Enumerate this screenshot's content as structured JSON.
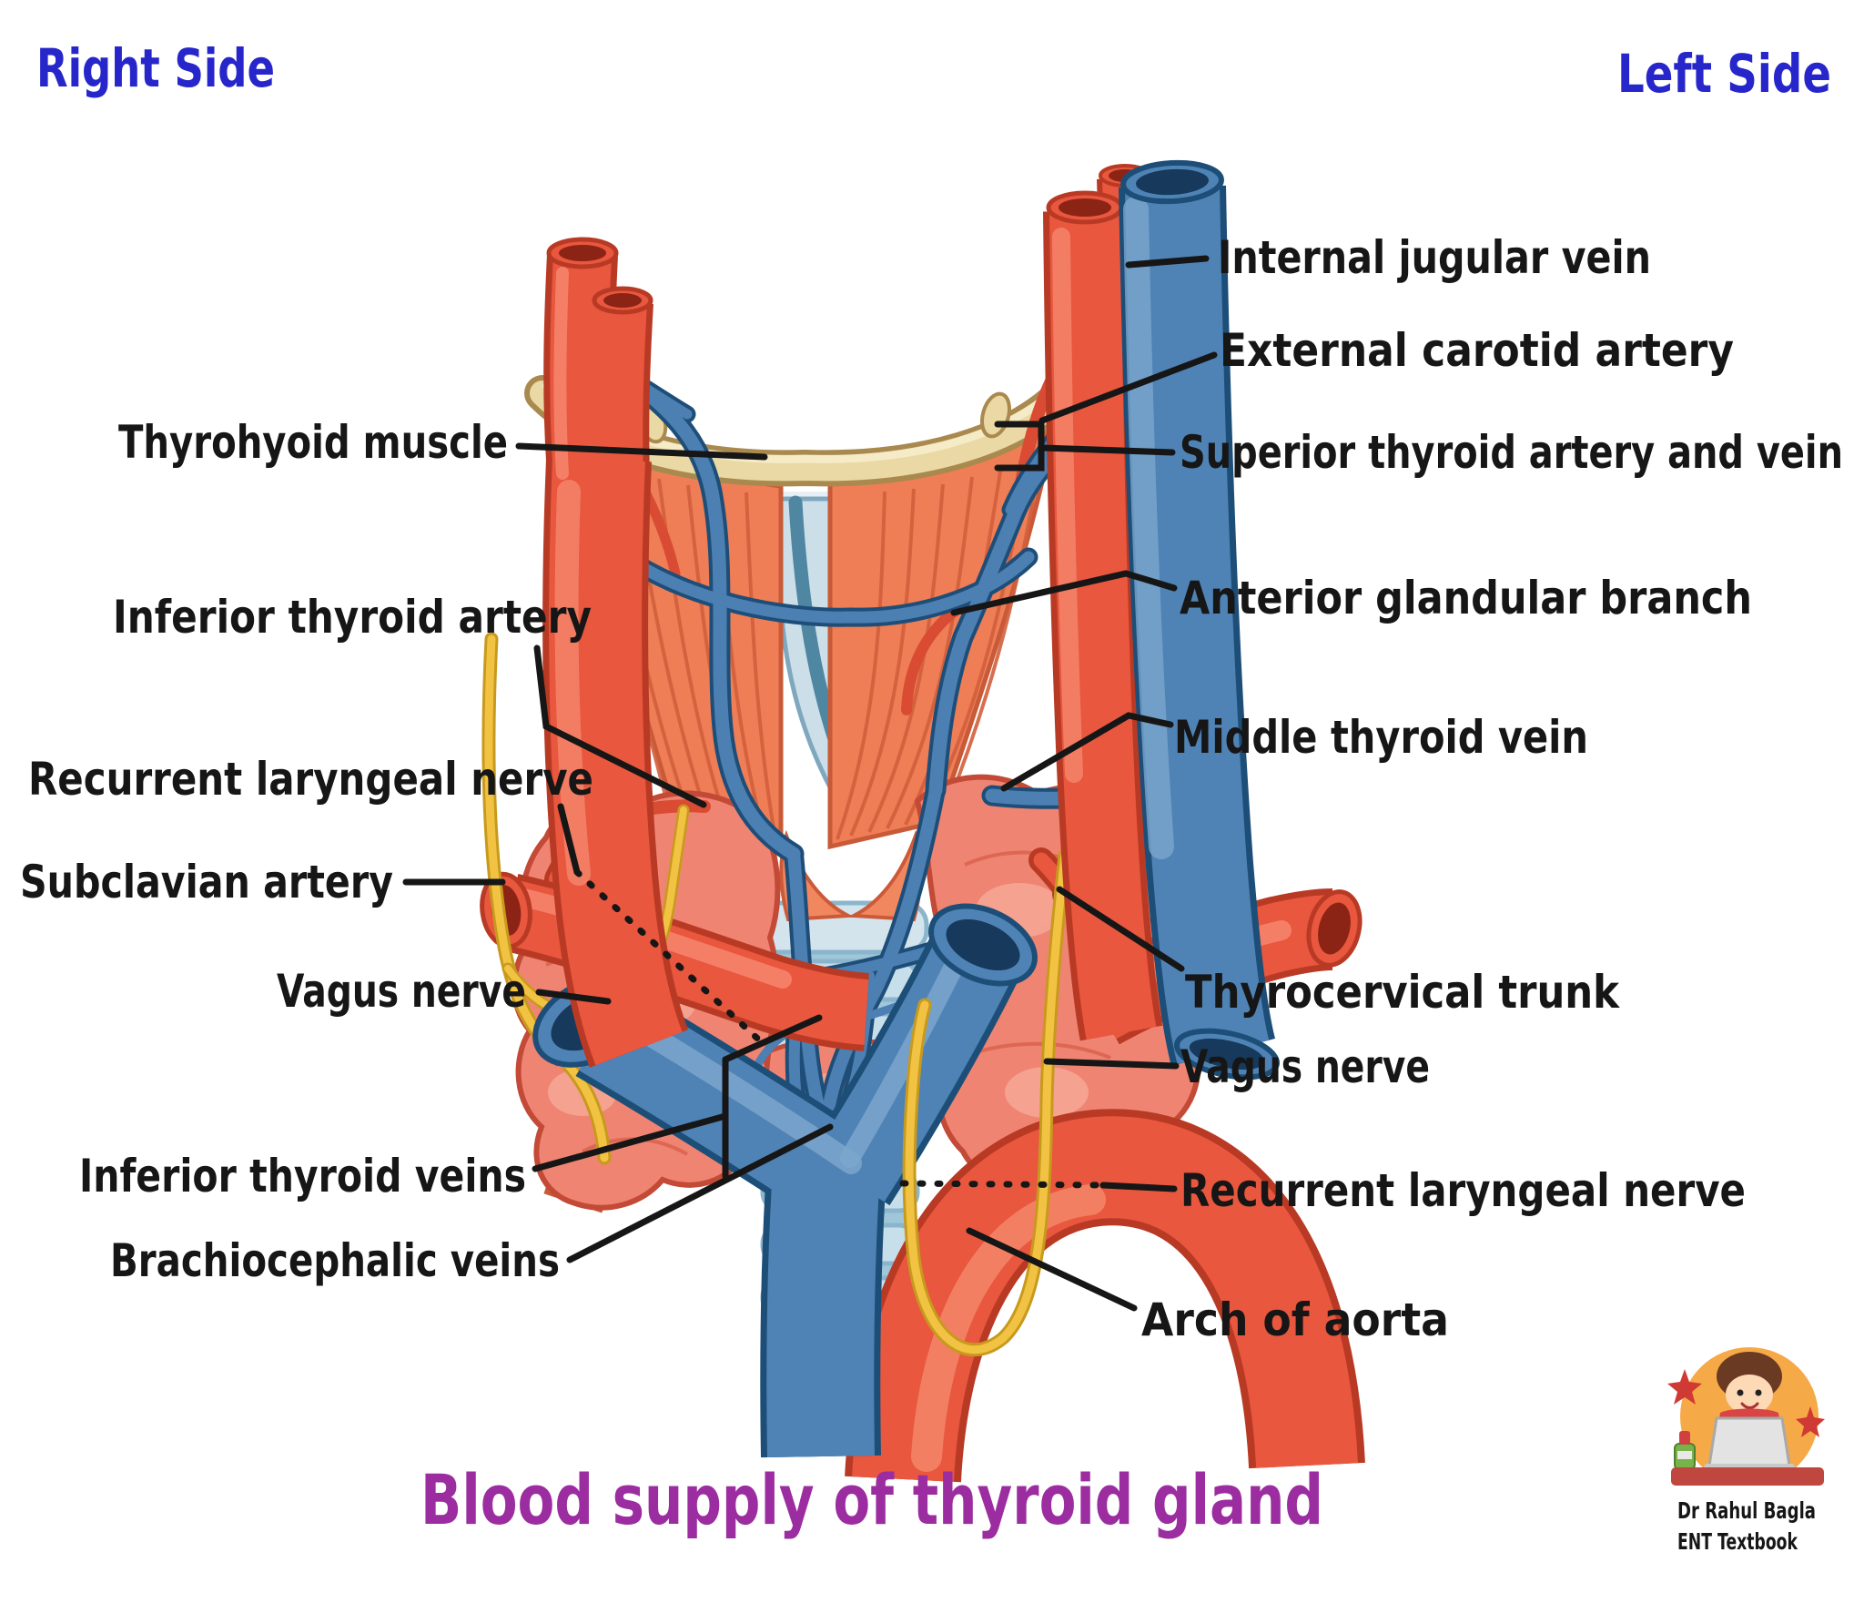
{
  "headers": {
    "right": "Right Side",
    "left": "Left Side"
  },
  "title": "Blood supply of thyroid gland",
  "labels": {
    "left": [
      {
        "id": "thyrohyoid-muscle",
        "text": "Thyrohyoid muscle"
      },
      {
        "id": "inferior-thyroid-artery",
        "text": "Inferior thyroid artery"
      },
      {
        "id": "recurrent-laryngeal-nerve",
        "text": "Recurrent laryngeal nerve"
      },
      {
        "id": "subclavian-artery",
        "text": "Subclavian artery"
      },
      {
        "id": "vagus-nerve",
        "text": "Vagus nerve"
      },
      {
        "id": "inferior-thyroid-veins",
        "text": "Inferior thyroid veins"
      },
      {
        "id": "brachiocephalic-veins",
        "text": "Brachiocephalic veins"
      }
    ],
    "right": [
      {
        "id": "internal-jugular-vein",
        "text": "Internal jugular vein"
      },
      {
        "id": "external-carotid-artery",
        "text": "External carotid artery"
      },
      {
        "id": "superior-thyroid-artery-and-vein",
        "text": "Superior thyroid artery and vein"
      },
      {
        "id": "anterior-glandular-branch",
        "text": "Anterior glandular branch"
      },
      {
        "id": "middle-thyroid-vein",
        "text": "Middle thyroid vein"
      },
      {
        "id": "thyrocervical-trunk",
        "text": "Thyrocervical trunk"
      },
      {
        "id": "vagus-nerve-right",
        "text": "Vagus nerve"
      },
      {
        "id": "recurrent-laryngeal-nerve-right",
        "text": "Recurrent laryngeal nerve"
      },
      {
        "id": "arch-of-aorta",
        "text": "Arch of aorta"
      }
    ]
  },
  "credit": {
    "line1": "Dr Rahul Bagla",
    "line2": "ENT Textbook"
  },
  "colors": {
    "side_header_blue": "#2626cb",
    "title_purple": "#9b2da0",
    "label_black": "#161616",
    "artery_red": "#e8573e",
    "artery_outline": "#b93a24",
    "vein_blue": "#4f83b5",
    "vein_outline": "#1d4e78",
    "nerve_yellow": "#f2c243",
    "gland_salmon": "#ef8472",
    "bone_cream": "#ead9a4",
    "cartilage_blue": "#cadeea",
    "muscle_orange": "#ef7e56"
  }
}
